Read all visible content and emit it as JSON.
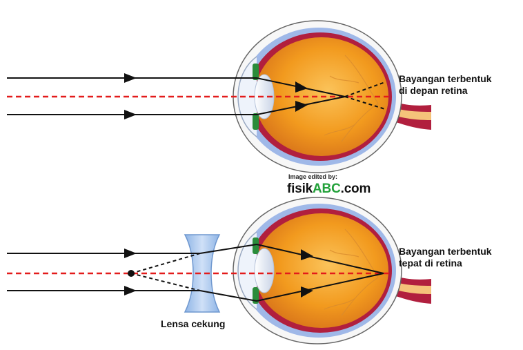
{
  "labels": {
    "top_line1": "Bayangan terbentuk",
    "top_line2": "di depan retina",
    "bottom_line1": "Bayangan terbentuk",
    "bottom_line2": "tepat di retina",
    "lens": "Lensa cekung"
  },
  "credit": {
    "small": "Image edited by:",
    "brand_prefix": "fisik",
    "brand_highlight": "ABC",
    "brand_suffix": ".com"
  },
  "colors": {
    "ray": "#111111",
    "axis": "#e31b1b",
    "sclera_outline": "#555555",
    "eye_outer": "#c9d8f4",
    "choroid": "#b11f3e",
    "vitreous": "#f29a1e",
    "lens": "#e9eef7",
    "iris": "#2a8c3a",
    "concave_lens": "#a9c8ee",
    "brand_highlight": "#22a13a"
  }
}
